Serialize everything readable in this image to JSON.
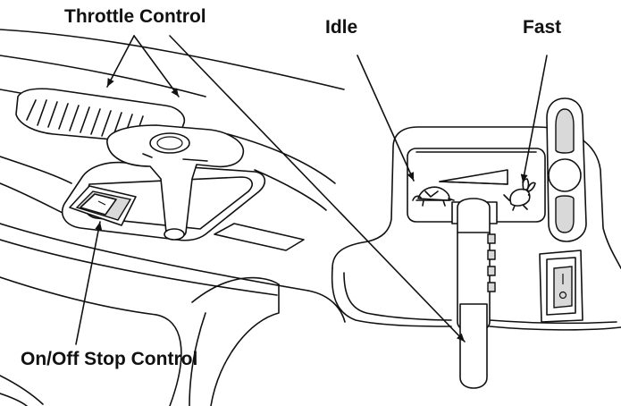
{
  "labels": {
    "throttle_control": "Throttle Control",
    "idle": "Idle",
    "fast": "Fast",
    "on_off_stop_control": "On/Off Stop Control"
  },
  "icons": {
    "idle_symbol": "turtle-icon",
    "fast_symbol": "rabbit-icon"
  }
}
